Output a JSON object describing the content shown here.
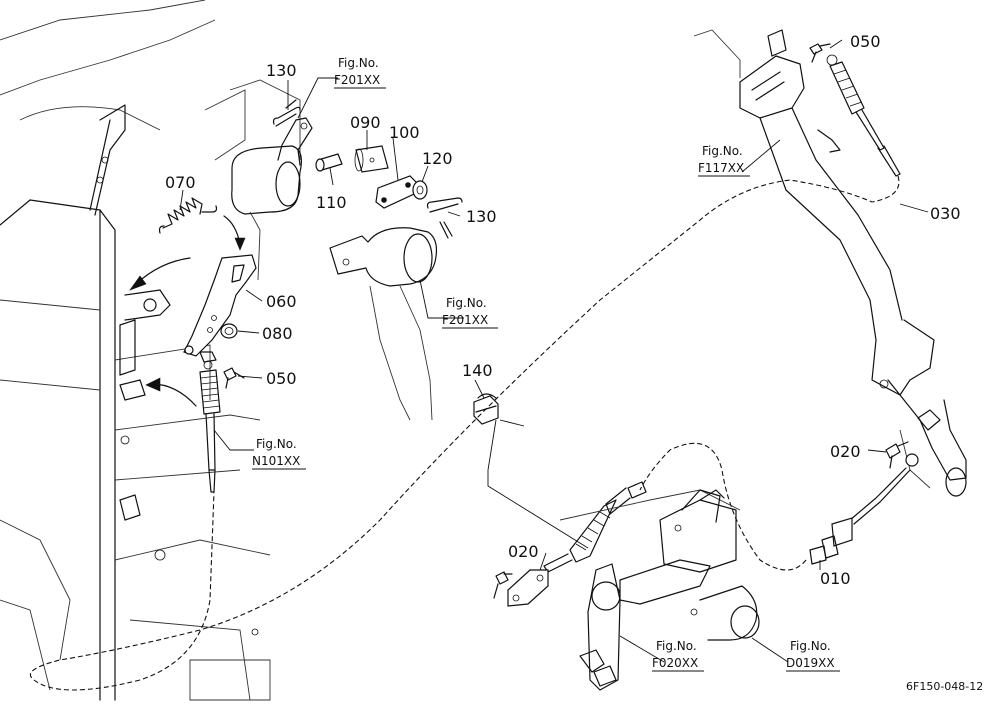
{
  "callouts": {
    "p010": "010",
    "p020a": "020",
    "p020b": "020",
    "p030": "030",
    "p050a": "050",
    "p050b": "050",
    "p060": "060",
    "p070": "070",
    "p080": "080",
    "p090": "090",
    "p100": "100",
    "p110": "110",
    "p120": "120",
    "p130a": "130",
    "p130b": "130",
    "p140": "140"
  },
  "fig_refs": {
    "label": "Fig.No.",
    "f201_top": "F201XX",
    "f201_mid": "F201XX",
    "f117": "F117XX",
    "n101": "N101XX",
    "f020": "F020XX",
    "d019": "D019XX"
  },
  "diagram_code": "6F150-048-12"
}
